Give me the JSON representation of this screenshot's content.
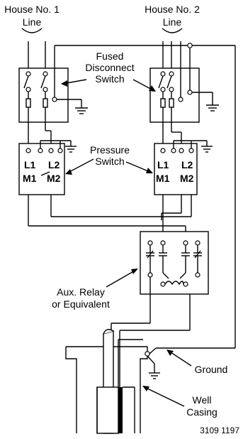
{
  "labels": {
    "house1_line1": "House No. 1",
    "house1_line2": "Line",
    "house2_line1": "House No. 2",
    "house2_line2": "Line",
    "fused_line1": "Fused",
    "fused_line2": "Disconnect",
    "fused_line3": "Switch",
    "pressure_line1": "Pressure",
    "pressure_line2": "Switch",
    "terminal_l1": "L1",
    "terminal_l2": "L2",
    "terminal_m1": "M1",
    "terminal_m2": "M2",
    "aux_line1": "Aux. Relay",
    "aux_line2": "or Equivalent",
    "ground": "Ground",
    "well_line1": "Well",
    "well_line2": "Casing",
    "figure_code": "3109 1197"
  }
}
